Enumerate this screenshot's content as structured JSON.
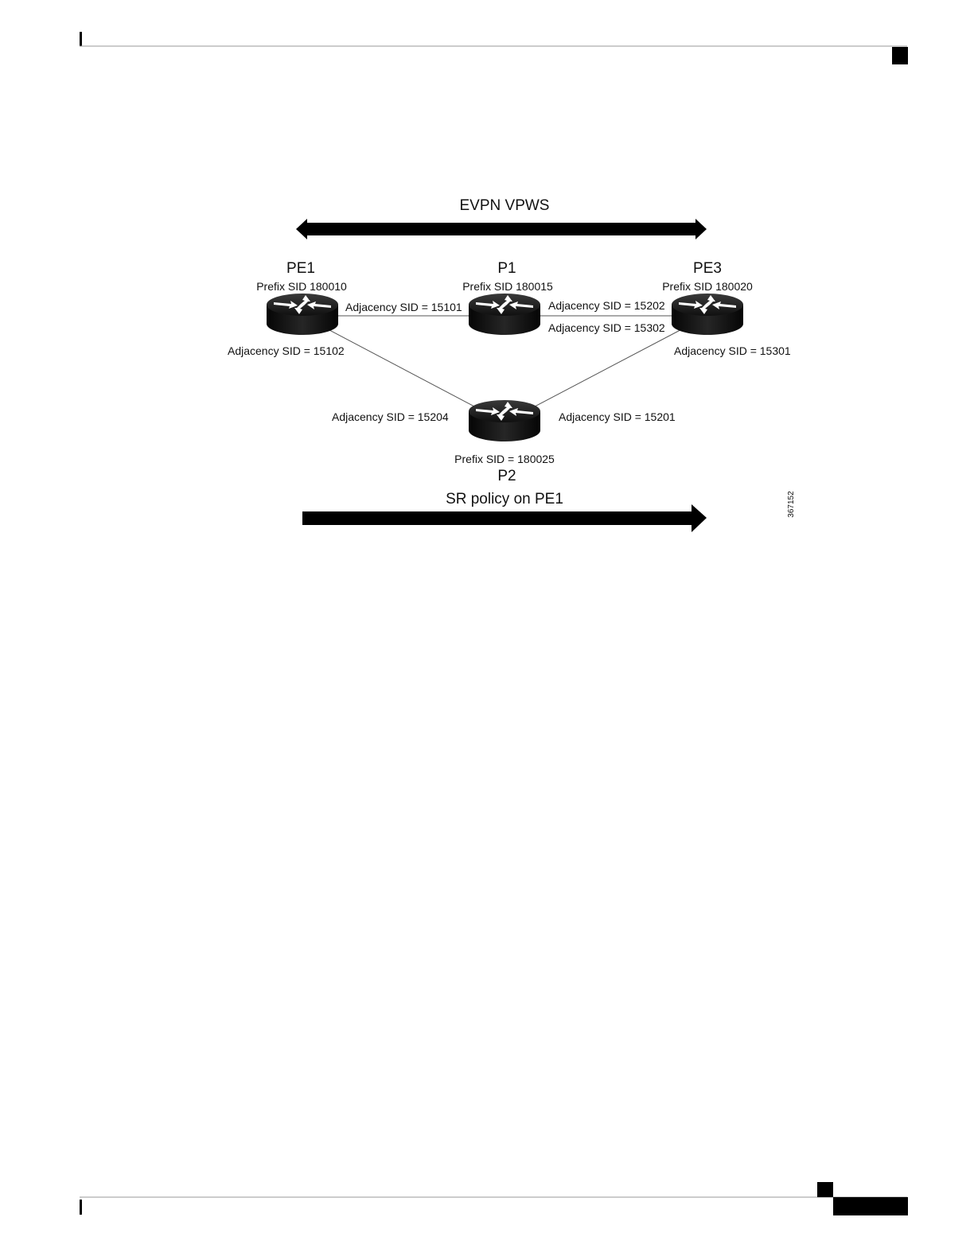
{
  "diagram": {
    "top_arrow_label": "EVPN VPWS",
    "bottom_arrow_label": "SR policy on PE1",
    "figure_id": "367152",
    "nodes": {
      "pe1": {
        "name": "PE1",
        "prefix": "Prefix SID 180010"
      },
      "p1": {
        "name": "P1",
        "prefix": "Prefix SID 180015"
      },
      "pe3": {
        "name": "PE3",
        "prefix": "Prefix SID 180020"
      },
      "p2": {
        "name": "P2",
        "prefix": "Prefix SID = 180025"
      }
    },
    "adjacency_labels": {
      "pe1_to_p1": "Adjacency SID = 15101",
      "pe1_to_p2": "Adjacency SID = 15102",
      "p1_to_pe3": "Adjacency SID = 15202",
      "pe3_to_p1": "Adjacency SID = 15302",
      "pe3_to_p2": "Adjacency SID = 15301",
      "p2_to_pe1": "Adjacency SID = 15204",
      "p2_to_pe3": "Adjacency SID = 15201"
    },
    "links": [
      {
        "from": "pe1",
        "to": "p1"
      },
      {
        "from": "p1",
        "to": "pe3"
      },
      {
        "from": "pe1",
        "to": "p2"
      },
      {
        "from": "p2",
        "to": "pe3"
      }
    ]
  }
}
